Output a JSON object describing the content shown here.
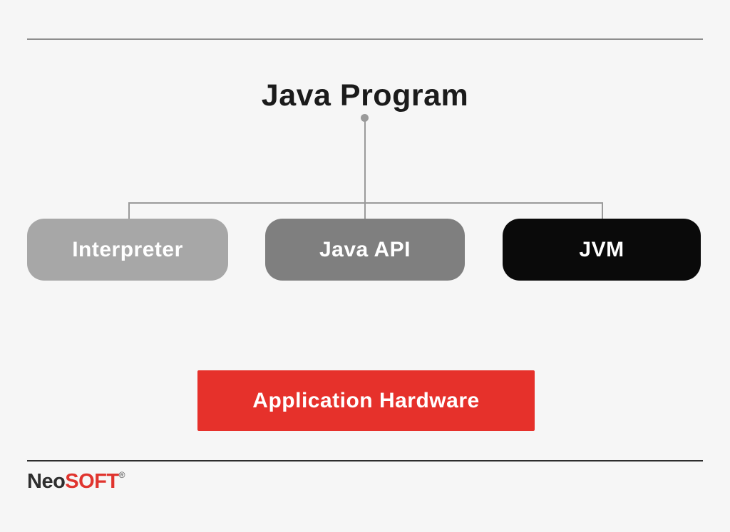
{
  "diagram": {
    "title": "Java Program",
    "nodes": [
      {
        "id": "interpreter",
        "label": "Interpreter",
        "fill": "#a7a7a7",
        "text_color": "#ffffff"
      },
      {
        "id": "java-api",
        "label": "Java API",
        "fill": "#7f7f7f",
        "text_color": "#ffffff"
      },
      {
        "id": "jvm",
        "label": "JVM",
        "fill": "#0a0a0a",
        "text_color": "#ffffff"
      }
    ],
    "bottom_node": {
      "label": "Application Hardware",
      "fill": "#e6312b",
      "text_color": "#ffffff"
    },
    "connector_color": "#9a9a9a"
  },
  "footer": {
    "brand_part1": "Neo",
    "brand_part2": "SOFT",
    "trademark": "®",
    "brand_part1_color": "#2e2e2e",
    "brand_part2_color": "#e0342e"
  },
  "page": {
    "background": "#f6f6f6",
    "top_divider_color": "#8e8e8e",
    "bottom_divider_color": "#2d2d2d"
  }
}
